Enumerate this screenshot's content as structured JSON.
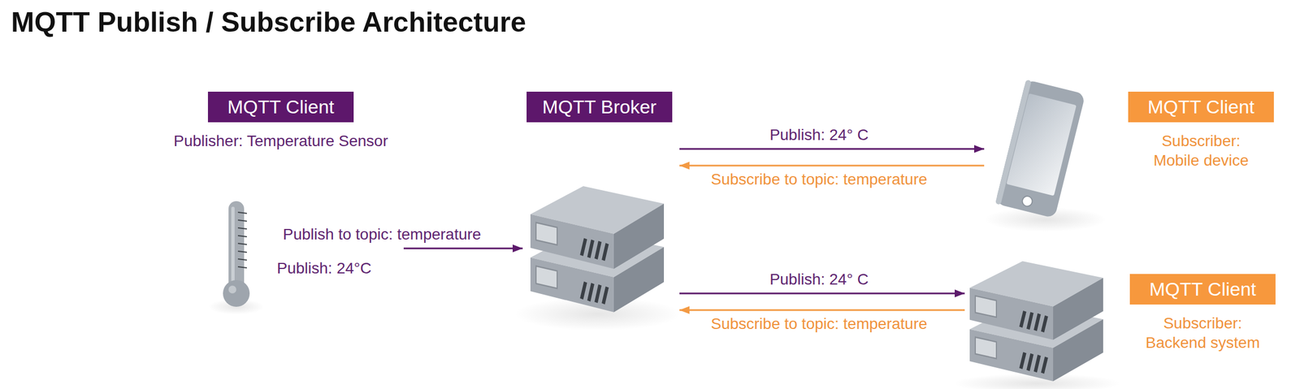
{
  "diagram": {
    "title": "MQTT Publish / Subscribe Architecture",
    "nodes": [
      {
        "text": [
          "MQTT Client",
          "Publisher: Temperature Sensor"
        ]
      },
      {
        "text": [
          "MQTT Broker"
        ]
      },
      {
        "text": [
          "MQTT Client",
          "Subscriber: Mobile device"
        ]
      },
      {
        "text": [
          "MQTT Client",
          "Subscriber: Backend system"
        ]
      }
    ],
    "edges": [
      {
        "from": 0,
        "to": 1,
        "arrow": "to",
        "label": "Publish to topic: temperature"
      },
      {
        "from": 1,
        "to": 2,
        "arrow": "to",
        "label": "Publish: 24° C"
      },
      {
        "from": 2,
        "to": 1,
        "arrow": "to",
        "label": "Subscribe to topic: temperature"
      },
      {
        "from": 1,
        "to": 3,
        "arrow": "to",
        "label": "Publish: 24° C"
      },
      {
        "from": 3,
        "to": 1,
        "arrow": "to",
        "label": "Subscribe to topic: temperature"
      }
    ],
    "labels": [
      "Publish: 24°C"
    ]
  }
}
